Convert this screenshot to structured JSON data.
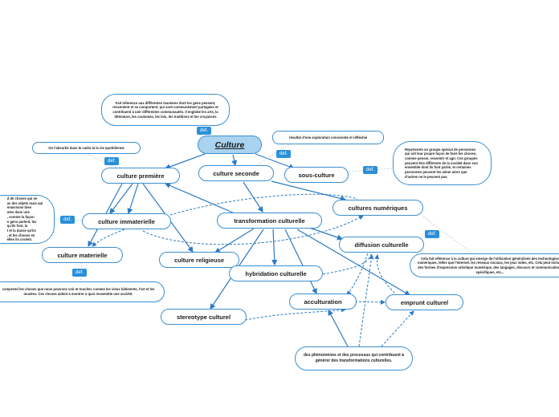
{
  "colors": {
    "edge": "#2b7ac4",
    "central_fill": "#a9d3ef",
    "badge": "#2b8fd8",
    "border": "#3b8fd1"
  },
  "nodes": {
    "culture": "Culture",
    "culture_premiere": "culture première",
    "culture_seconde": "culture seconde",
    "sous_culture": "sous-culture",
    "cultures_numeriques": "cultures numériques",
    "culture_immaterielle": "culture immaterielle",
    "transformation_culturelle": "transformation culturelle",
    "culture_materielle": "culture materielle",
    "culture_religieuse": "culture religieuse",
    "diffusion_culturelle": "diffusion culturelle",
    "hybridation_culturelle": "hybridation culturelle",
    "acculturation": "acculturation",
    "emprunt_culturel": "emprunt culturel",
    "stereotype_culturel": "stereotype culturel"
  },
  "notes": {
    "culture_def": "Fait reference aux différentes manieres dont les gens pensent, ressentent et se comportent, qui sont communément partagées et contribuent à unir différentes communautés. Il englobe les arts, la littérature, les coutumes, les lois, les traditions et les croyances",
    "premiere_def": "On l'absorbe dans le cadre la la vie quotidienne",
    "seconde_def": "résultat d'une exploration consciente et réfléchie",
    "sous_culture_def": "Représente un groupe spécial de personnes qui ont leur propre façon de faire les choses, comme penser, ressentir et agir. Ces groupes peuvent être différents de la société dans son ensemble dont ils font partie, et certaines personnes peuvent les aimer alors que d'autres ne le peuvent pas.",
    "immaterielle_def": "d de choses qui ne\nas des objets mais qui\nnnaissons bien\nutes dans une\n, comme la façon\nn gens parlent, les\nqu'ils font, la\nt et la danse qu'ils\n, et les choses en\nelles ils croient.",
    "materielle_def": "comprend les choses que nous pouvons voir et toucher, comme les vieux bâtiments, l'art et les musées. Ces choses aident à montrer à quoi ressemble une société.",
    "numeriques_def": "Cela fait référence à la culture qui emerge de l'utilisation généralisée des technologies numériques, telles que l'Internet, les réseaux sociaux, les jeux vidéo, etc. Cela peut inclure des formes d'expression artistique numérique, des langages, discours et communications spécifiques, etc...",
    "phenomenes": "des phénomènes et des processus qui contribuent à générer des transformations culturelles."
  },
  "badges": {
    "def": "def."
  }
}
